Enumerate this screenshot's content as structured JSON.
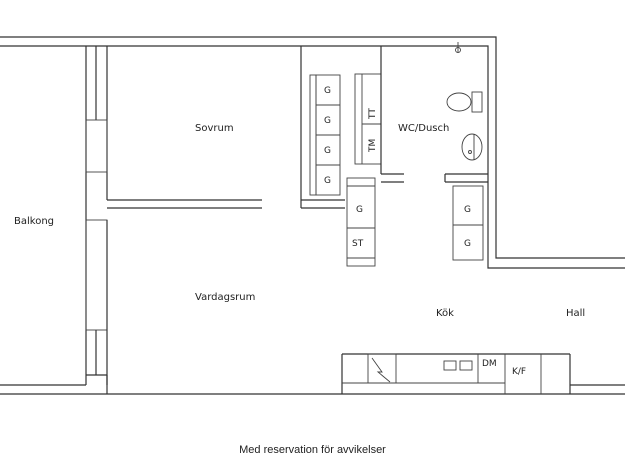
{
  "rooms": {
    "balkong": "Balkong",
    "sovrum": "Sovrum",
    "vardagsrum": "Vardagsrum",
    "wc_dusch": "WC/Dusch",
    "kok": "Kök",
    "hall": "Hall"
  },
  "fixtures": {
    "g": "G",
    "st": "ST",
    "tt": "TT",
    "tm": "TM",
    "dm": "DM",
    "kf": "K/F"
  },
  "caption": "Med reservation för avvikelser"
}
